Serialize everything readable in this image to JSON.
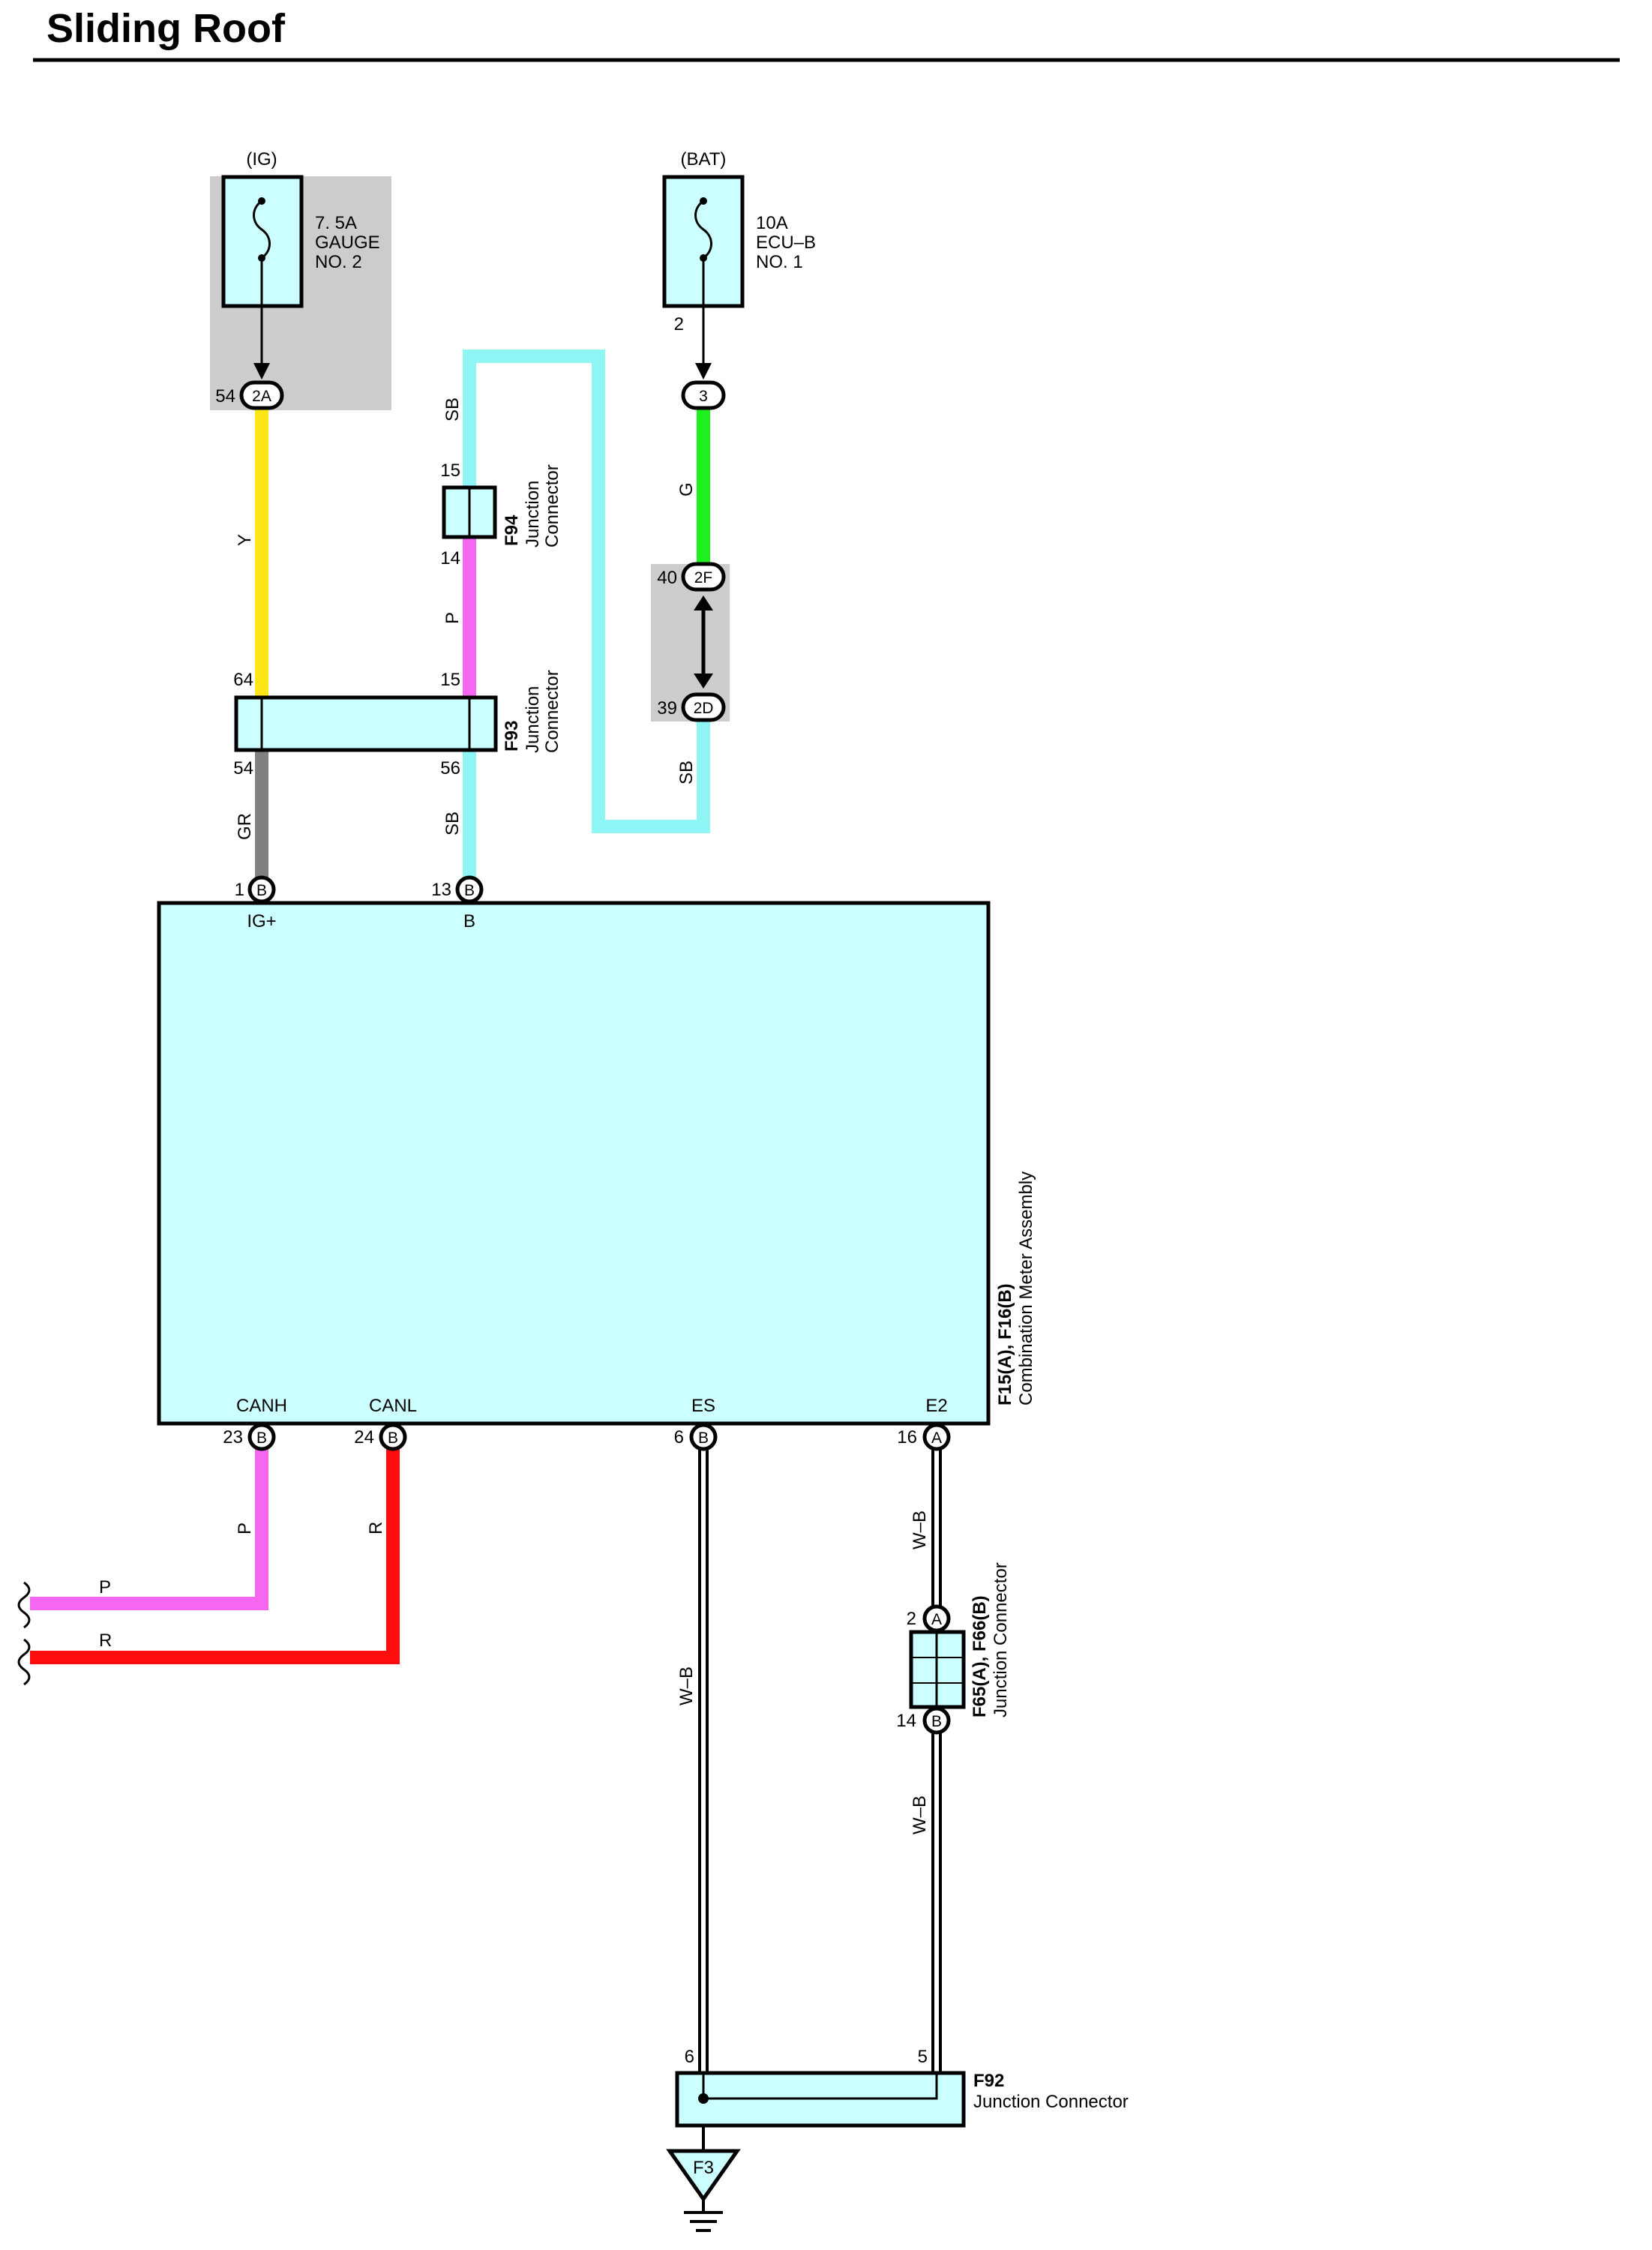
{
  "title": "Sliding Roof",
  "colors": {
    "yellow": "#ffe619",
    "sky_blue": "#8ff5f5",
    "pink": "#f567f0",
    "green": "#1ef01e",
    "gray": "#808080",
    "red": "#ff0d0d",
    "black": "#000000",
    "component_fill": "#ccffff",
    "shade": "#cccccc"
  },
  "fuses": {
    "ig": {
      "supply": "(IG)",
      "rating": "7. 5A",
      "name_line1": "GAUGE",
      "name_line2": "NO. 2"
    },
    "bat": {
      "supply": "(BAT)",
      "rating": "10A",
      "name_line1": "ECU–B",
      "name_line2": "NO. 1",
      "pin": "2"
    }
  },
  "connectors": {
    "c2A": {
      "code": "2A",
      "pin": "54"
    },
    "c3": {
      "code": "3"
    },
    "c2F": {
      "code": "2F",
      "pin": "40"
    },
    "c2D": {
      "code": "2D",
      "pin": "39"
    }
  },
  "junctions": {
    "f94": {
      "id": "F94",
      "line1": "Junction",
      "line2": "Connector",
      "pin_top": "15",
      "pin_bottom": "14"
    },
    "f93": {
      "id": "F93",
      "line1": "Junction",
      "line2": "Connector",
      "pin_top_left": "64",
      "pin_top_right": "15",
      "pin_bottom_left": "54",
      "pin_bottom_right": "56"
    },
    "f65": {
      "id": "F65(A), F66(B)",
      "name": "Junction Connector",
      "pin_top": "2",
      "pin_bottom": "14",
      "code_top": "A",
      "code_bottom": "B"
    },
    "f92": {
      "id": "F92",
      "name": "Junction Connector",
      "pin_left": "6",
      "pin_right": "5"
    }
  },
  "wires": {
    "y": "Y",
    "gr": "GR",
    "sb_top": "SB",
    "p_mid": "P",
    "sb_mid": "SB",
    "g": "G",
    "sb_right": "SB",
    "p_canh": "P",
    "r_canl": "R",
    "p_left": "P",
    "r_left": "R",
    "wb_es": "W–B",
    "wb_e2_top": "W–B",
    "wb_e2_bottom": "W–B"
  },
  "meter": {
    "id": "F15(A), F16(B)",
    "name": "Combination Meter Assembly",
    "terminals": {
      "ig": {
        "pin": "1",
        "code": "B",
        "label": "IG+"
      },
      "b": {
        "pin": "13",
        "code": "B",
        "label": "B"
      },
      "canh": {
        "pin": "23",
        "code": "B",
        "label": "CANH"
      },
      "canl": {
        "pin": "24",
        "code": "B",
        "label": "CANL"
      },
      "es": {
        "pin": "6",
        "code": "B",
        "label": "ES"
      },
      "e2": {
        "pin": "16",
        "code": "A",
        "label": "E2"
      }
    }
  },
  "ground": {
    "label": "F3"
  }
}
